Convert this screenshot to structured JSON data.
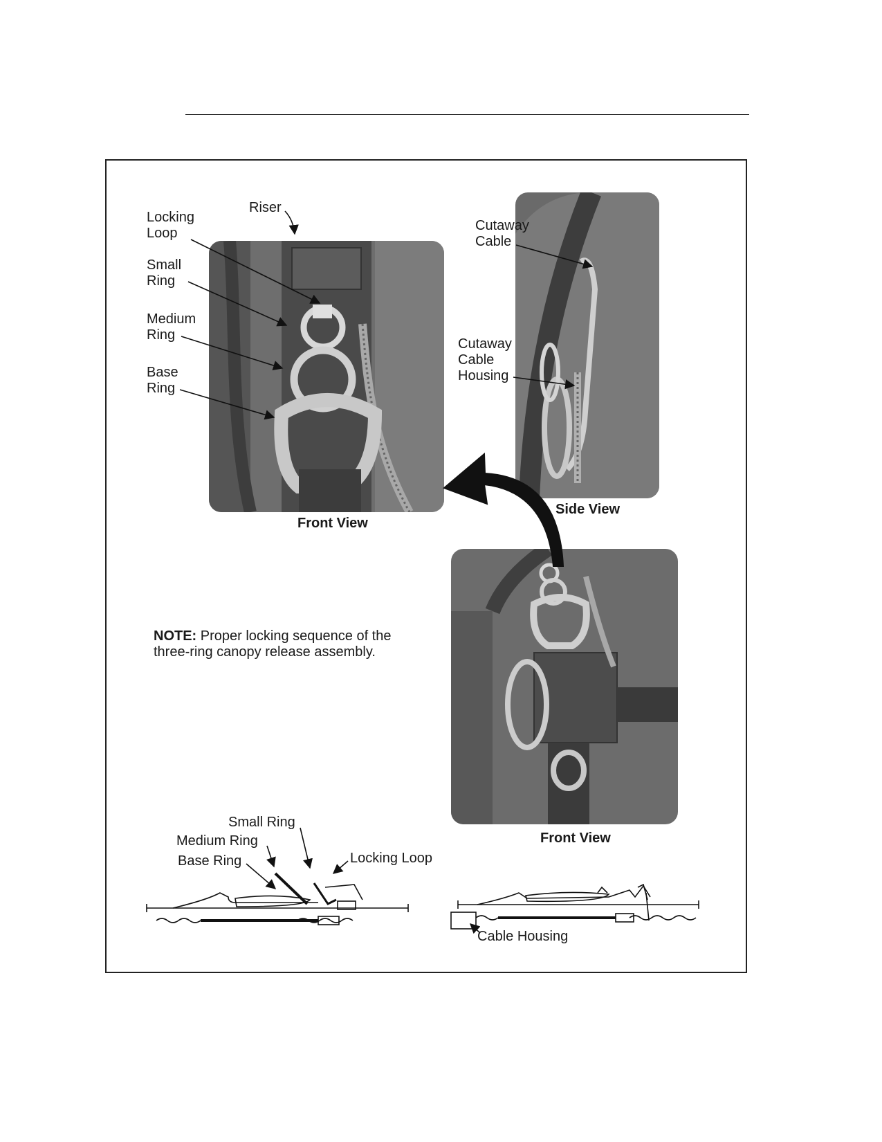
{
  "front_photo": {
    "labels": {
      "riser": "Riser",
      "locking_loop": "Locking\nLoop",
      "small_ring": "Small\nRing",
      "medium_ring": "Medium\nRing",
      "base_ring": "Base\nRing"
    },
    "caption": "Front View"
  },
  "side_photo": {
    "labels": {
      "cutaway_cable": "Cutaway\nCable",
      "cutaway_cable_housing": "Cutaway\nCable\nHousing"
    },
    "caption": "Side View"
  },
  "lower_photo": {
    "caption": "Front View"
  },
  "note": {
    "prefix": "NOTE:",
    "text": " Proper locking sequence of the three-ring canopy release assembly."
  },
  "diagram_left": {
    "labels": {
      "small_ring": "Small Ring",
      "medium_ring": "Medium Ring",
      "base_ring": "Base Ring",
      "locking_loop": "Locking Loop"
    }
  },
  "diagram_right": {
    "labels": {
      "cable_housing": "Cable Housing"
    }
  },
  "colors": {
    "photo_dark": "#5a5a5a",
    "photo_mid": "#8a8a8a",
    "ring_metal": "#cfcfcf",
    "line": "#111111"
  }
}
